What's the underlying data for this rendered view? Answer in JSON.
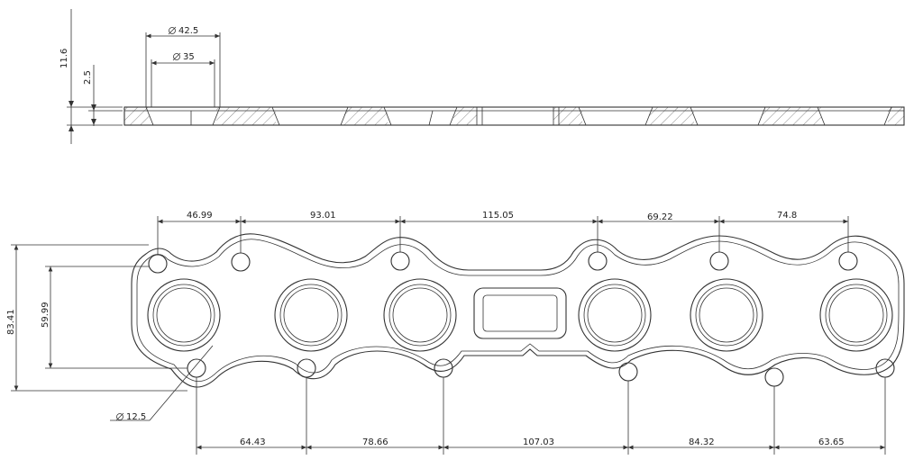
{
  "side_view": {
    "outer_diameter_label": "42.5",
    "inner_diameter_label": "35",
    "total_thickness_label": "11.6",
    "step_thickness_label": "2.5"
  },
  "top_view": {
    "top_dimensions": [
      "46.99",
      "93.01",
      "115.05",
      "69.22",
      "74.8"
    ],
    "bottom_dimensions": [
      "64.43",
      "78.66",
      "107.03",
      "84.32",
      "63.65"
    ],
    "left_overall_height": "83.41",
    "left_hole_spacing": "59.99",
    "bolt_hole_diameter_label": "12.5"
  },
  "colors": {
    "stroke": "#333333",
    "hatch": "#555555",
    "background": "#ffffff"
  }
}
